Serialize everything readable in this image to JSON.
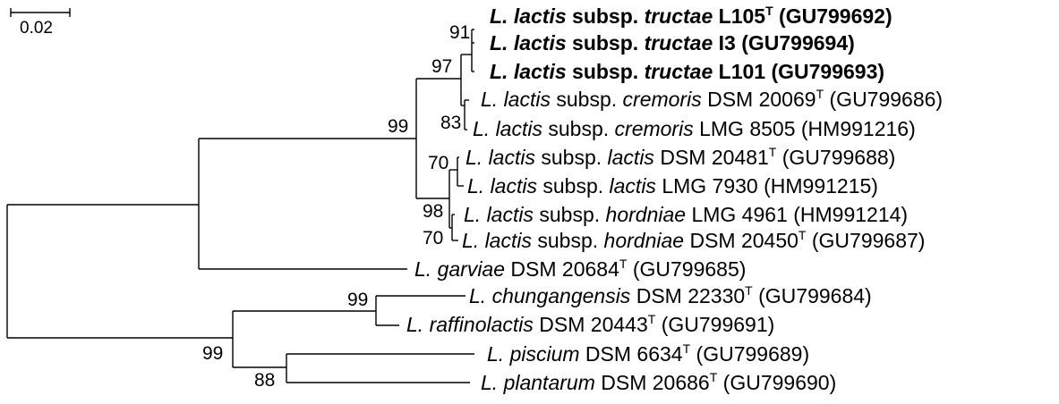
{
  "scale_bar": {
    "label": "0.02"
  },
  "taxa": [
    {
      "genus": "L. lactis",
      "subsp": "subsp.",
      "epithet": "tructae",
      "strain": "L105",
      "type_strain": true,
      "accession": "(GU799692)",
      "bold": true
    },
    {
      "genus": "L. lactis",
      "subsp": "subsp.",
      "epithet": "tructae",
      "strain": "I3",
      "type_strain": false,
      "accession": "(GU799694)",
      "bold": true
    },
    {
      "genus": "L. lactis",
      "subsp": "subsp.",
      "epithet": "tructae",
      "strain": "L101",
      "type_strain": false,
      "accession": "(GU799693)",
      "bold": true
    },
    {
      "genus": "L. lactis",
      "subsp": "subsp.",
      "epithet": "cremoris",
      "strain": "DSM 20069",
      "type_strain": true,
      "accession": "(GU799686)",
      "bold": false
    },
    {
      "genus": "L. lactis",
      "subsp": "subsp.",
      "epithet": "cremoris",
      "strain": "LMG 8505",
      "type_strain": false,
      "accession": "(HM991216)",
      "bold": false
    },
    {
      "genus": "L. lactis",
      "subsp": "subsp.",
      "epithet": "lactis",
      "strain": "DSM 20481",
      "type_strain": true,
      "accession": "(GU799688)",
      "bold": false
    },
    {
      "genus": "L. lactis",
      "subsp": "subsp.",
      "epithet": "lactis",
      "strain": "LMG 7930",
      "type_strain": false,
      "accession": "(HM991215)",
      "bold": false
    },
    {
      "genus": "L. lactis",
      "subsp": "subsp.",
      "epithet": "hordniae",
      "strain": "LMG 4961",
      "type_strain": false,
      "accession": "(HM991214)",
      "bold": false
    },
    {
      "genus": "L. lactis",
      "subsp": "subsp.",
      "epithet": "hordniae",
      "strain": "DSM 20450",
      "type_strain": true,
      "accession": "(GU799687)",
      "bold": false
    },
    {
      "genus": "L. garviae",
      "subsp": "",
      "epithet": "",
      "strain": "DSM 20684",
      "type_strain": true,
      "accession": "(GU799685)",
      "bold": false
    },
    {
      "genus": "L. chungangensis",
      "subsp": "",
      "epithet": "",
      "strain": "DSM 22330",
      "type_strain": true,
      "accession": "(GU799684)",
      "bold": false
    },
    {
      "genus": "L. raffinolactis",
      "subsp": "",
      "epithet": "",
      "strain": "DSM 20443",
      "type_strain": true,
      "accession": "(GU799691)",
      "bold": false
    },
    {
      "genus": "L. piscium",
      "subsp": "",
      "epithet": "",
      "strain": "DSM 6634",
      "type_strain": true,
      "accession": "(GU799689)",
      "bold": false
    },
    {
      "genus": "L. plantarum",
      "subsp": "",
      "epithet": "",
      "strain": "DSM 20686",
      "type_strain": true,
      "accession": "(GU799690)",
      "bold": false
    }
  ],
  "type_marker": "T",
  "bootstrap": [
    "91",
    "97",
    "83",
    "99",
    "70",
    "98",
    "70",
    "99",
    "99",
    "88"
  ]
}
